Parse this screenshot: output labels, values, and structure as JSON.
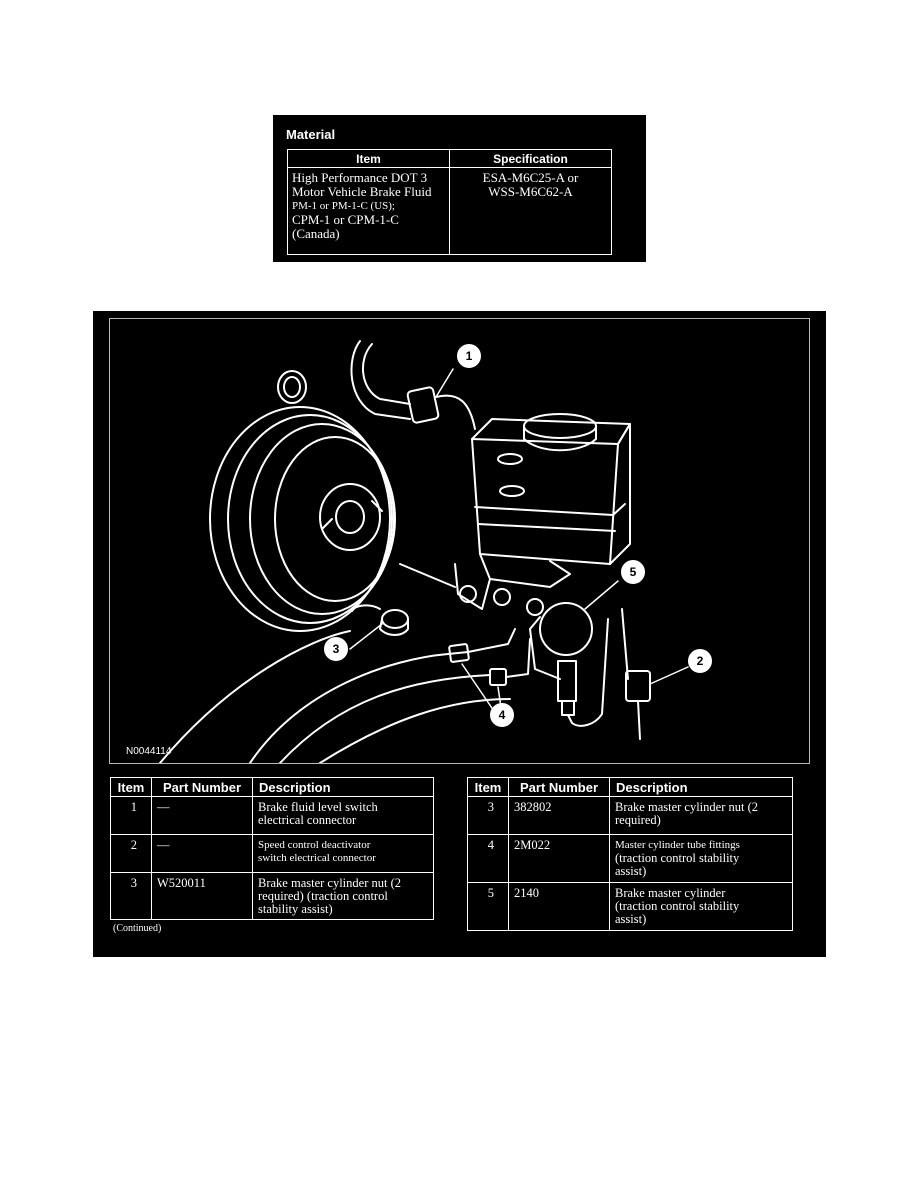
{
  "material": {
    "title": "Material",
    "headers": {
      "item": "Item",
      "specification": "Specification"
    },
    "row": {
      "item_line1": "High Performance DOT 3",
      "item_line2": "Motor Vehicle Brake Fluid",
      "item_line3": "PM-1 or PM-1-C (US);",
      "item_line4": "CPM-1 or CPM-1-C",
      "item_line5": "(Canada)",
      "spec_line1": "ESA-M6C25-A or",
      "spec_line2": "WSS-M6C62-A"
    }
  },
  "diagram": {
    "code": "N0044114",
    "callouts": {
      "c1": "1",
      "c2": "2",
      "c3": "3",
      "c4": "4",
      "c5": "5"
    }
  },
  "parts_headers": {
    "item": "Item",
    "part_number": "Part Number",
    "description": "Description"
  },
  "parts_left": {
    "r1": {
      "item": "1",
      "part": "—",
      "desc1": "Brake fluid level switch",
      "desc2": "electrical connector"
    },
    "r2": {
      "item": "2",
      "part": "—",
      "desc1": "Speed control deactivator",
      "desc2": "switch electrical connector"
    },
    "r3": {
      "item": "3",
      "part": "W520011",
      "desc1": "Brake master cylinder nut (2",
      "desc2": "required) (traction control",
      "desc3": "stability assist)"
    }
  },
  "parts_right": {
    "r1": {
      "item": "3",
      "part": "382802",
      "desc1": "Brake master cylinder nut (2",
      "desc2": "required)"
    },
    "r2": {
      "item": "4",
      "part": "2M022",
      "desc1": "Master cylinder tube fittings",
      "desc2": "(traction control stability",
      "desc3": "assist)"
    },
    "r3": {
      "item": "5",
      "part": "2140",
      "desc1": "Brake master cylinder",
      "desc2": "(traction control stability",
      "desc3": "assist)"
    }
  },
  "continued": "(Continued)"
}
